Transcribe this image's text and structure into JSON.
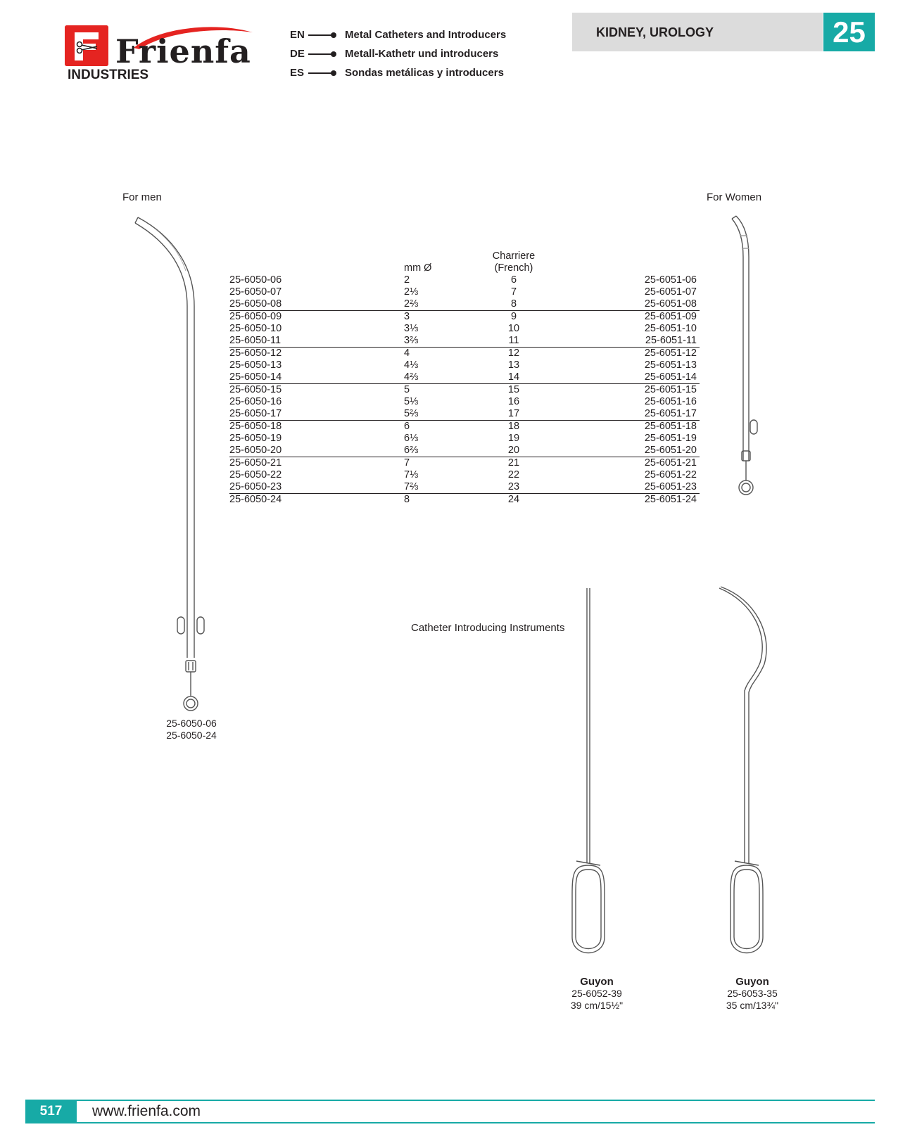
{
  "brand": {
    "name": "Frienfa",
    "subtitle": "INDUSTRIES",
    "brand_red": "#e52421"
  },
  "languages": [
    {
      "code": "EN",
      "text": "Metal Catheters and Introducers"
    },
    {
      "code": "DE",
      "text": "Metall-Kathetr und introducers"
    },
    {
      "code": "ES",
      "text": "Sondas metálicas y introducers"
    }
  ],
  "section": {
    "title": "KIDNEY, UROLOGY",
    "number": "25",
    "accent_color": "#17aaa6"
  },
  "labels": {
    "for_men": "For men",
    "for_women": "For Women",
    "introducing": "Catheter Introducing Instruments"
  },
  "table": {
    "header_mm": "mm Ø",
    "header_charriere": "Charriere",
    "header_french": "(French)",
    "rows": [
      {
        "men": "25-6050-06",
        "mm": "2",
        "fr": "6",
        "women": "25-6051-06"
      },
      {
        "men": "25-6050-07",
        "mm": "2⅓",
        "fr": "7",
        "women": "25-6051-07"
      },
      {
        "men": "25-6050-08",
        "mm": "2⅔",
        "fr": "8",
        "women": "25-6051-08"
      },
      {
        "men": "25-6050-09",
        "mm": "3",
        "fr": "9",
        "women": "25-6051-09"
      },
      {
        "men": "25-6050-10",
        "mm": "3⅓",
        "fr": "10",
        "women": "25-6051-10"
      },
      {
        "men": "25-6050-11",
        "mm": "3⅔",
        "fr": "11",
        "women": "25-6051-11"
      },
      {
        "men": "25-6050-12",
        "mm": "4",
        "fr": "12",
        "women": "25-6051-12"
      },
      {
        "men": "25-6050-13",
        "mm": "4⅓",
        "fr": "13",
        "women": "25-6051-13"
      },
      {
        "men": "25-6050-14",
        "mm": "4⅔",
        "fr": "14",
        "women": "25-6051-14"
      },
      {
        "men": "25-6050-15",
        "mm": "5",
        "fr": "15",
        "women": "25-6051-15"
      },
      {
        "men": "25-6050-16",
        "mm": "5⅓",
        "fr": "16",
        "women": "25-6051-16"
      },
      {
        "men": "25-6050-17",
        "mm": "5⅔",
        "fr": "17",
        "women": "25-6051-17"
      },
      {
        "men": "25-6050-18",
        "mm": "6",
        "fr": "18",
        "women": "25-6051-18"
      },
      {
        "men": "25-6050-19",
        "mm": "6⅓",
        "fr": "19",
        "women": "25-6051-19"
      },
      {
        "men": "25-6050-20",
        "mm": "6⅔",
        "fr": "20",
        "women": "25-6051-20"
      },
      {
        "men": "25-6050-21",
        "mm": "7",
        "fr": "21",
        "women": "25-6051-21"
      },
      {
        "men": "25-6050-22",
        "mm": "7⅓",
        "fr": "22",
        "women": "25-6051-22"
      },
      {
        "men": "25-6050-23",
        "mm": "7⅔",
        "fr": "23",
        "women": "25-6051-23"
      },
      {
        "men": "25-6050-24",
        "mm": "8",
        "fr": "24",
        "women": "25-6051-24"
      }
    ]
  },
  "men_caption": {
    "line1": "25-6050-06",
    "line2": "25-6050-24"
  },
  "guyon_1": {
    "name": "Guyon",
    "code": "25-6052-39",
    "size": "39 cm/15½\""
  },
  "guyon_2": {
    "name": "Guyon",
    "code": "25-6053-35",
    "size": "35 cm/13¾\""
  },
  "footer": {
    "page": "517",
    "website": "www.frienfa.com"
  }
}
